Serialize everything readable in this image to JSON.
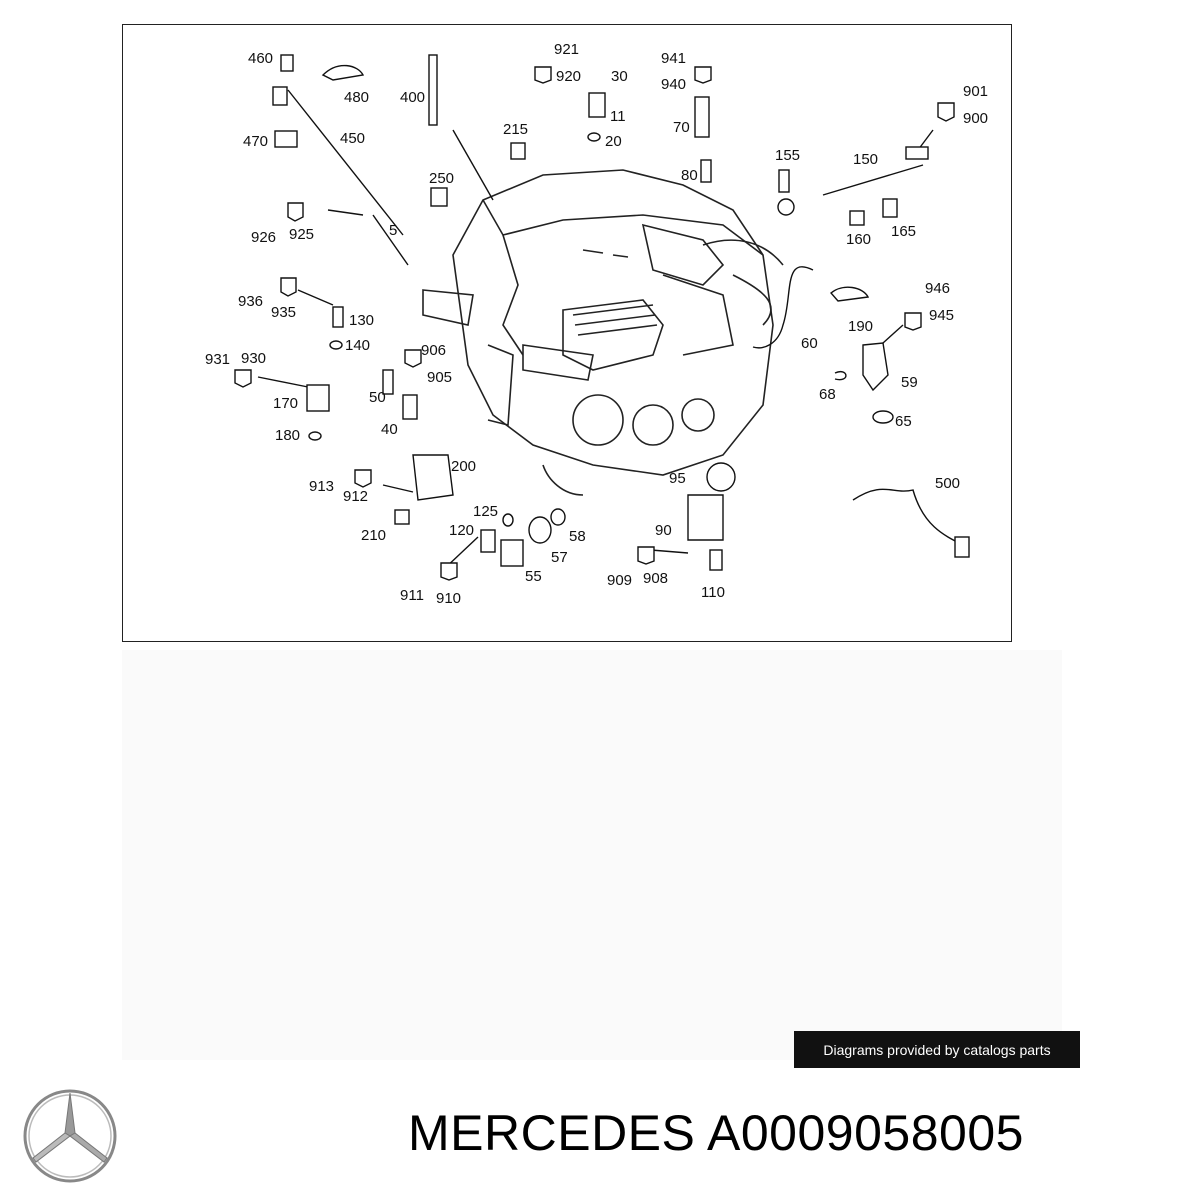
{
  "diagram": {
    "callouts": [
      {
        "id": "c460",
        "text": "460"
      },
      {
        "id": "c480",
        "text": "480"
      },
      {
        "id": "c400",
        "text": "400"
      },
      {
        "id": "c470",
        "text": "470"
      },
      {
        "id": "c450",
        "text": "450"
      },
      {
        "id": "c921",
        "text": "921"
      },
      {
        "id": "c920",
        "text": "920"
      },
      {
        "id": "c30",
        "text": "30"
      },
      {
        "id": "c11",
        "text": "11"
      },
      {
        "id": "c20",
        "text": "20"
      },
      {
        "id": "c215",
        "text": "215"
      },
      {
        "id": "c941",
        "text": "941"
      },
      {
        "id": "c940",
        "text": "940"
      },
      {
        "id": "c70",
        "text": "70"
      },
      {
        "id": "c80",
        "text": "80"
      },
      {
        "id": "c901",
        "text": "901"
      },
      {
        "id": "c900",
        "text": "900"
      },
      {
        "id": "c155",
        "text": "155"
      },
      {
        "id": "c150",
        "text": "150"
      },
      {
        "id": "c160",
        "text": "160"
      },
      {
        "id": "c165",
        "text": "165"
      },
      {
        "id": "c250",
        "text": "250"
      },
      {
        "id": "c926",
        "text": "926"
      },
      {
        "id": "c925",
        "text": "925"
      },
      {
        "id": "c5",
        "text": "5"
      },
      {
        "id": "c936",
        "text": "936"
      },
      {
        "id": "c935",
        "text": "935"
      },
      {
        "id": "c130",
        "text": "130"
      },
      {
        "id": "c140",
        "text": "140"
      },
      {
        "id": "c906",
        "text": "906"
      },
      {
        "id": "c905",
        "text": "905"
      },
      {
        "id": "c931",
        "text": "931"
      },
      {
        "id": "c930",
        "text": "930"
      },
      {
        "id": "c50",
        "text": "50"
      },
      {
        "id": "c170",
        "text": "170"
      },
      {
        "id": "c40",
        "text": "40"
      },
      {
        "id": "c180",
        "text": "180"
      },
      {
        "id": "c946",
        "text": "946"
      },
      {
        "id": "c945",
        "text": "945"
      },
      {
        "id": "c190",
        "text": "190"
      },
      {
        "id": "c60",
        "text": "60"
      },
      {
        "id": "c59",
        "text": "59"
      },
      {
        "id": "c68",
        "text": "68"
      },
      {
        "id": "c65",
        "text": "65"
      },
      {
        "id": "c200",
        "text": "200"
      },
      {
        "id": "c913",
        "text": "913"
      },
      {
        "id": "c912",
        "text": "912"
      },
      {
        "id": "c95",
        "text": "95"
      },
      {
        "id": "c500",
        "text": "500"
      },
      {
        "id": "c210",
        "text": "210"
      },
      {
        "id": "c125",
        "text": "125"
      },
      {
        "id": "c120",
        "text": "120"
      },
      {
        "id": "c58",
        "text": "58"
      },
      {
        "id": "c90",
        "text": "90"
      },
      {
        "id": "c57",
        "text": "57"
      },
      {
        "id": "c55",
        "text": "55"
      },
      {
        "id": "c909",
        "text": "909"
      },
      {
        "id": "c908",
        "text": "908"
      },
      {
        "id": "c911",
        "text": "911"
      },
      {
        "id": "c910",
        "text": "910"
      },
      {
        "id": "c110",
        "text": "110"
      }
    ]
  },
  "credit": "Diagrams provided by catalogs parts",
  "title": "MERCEDES A0009058005",
  "colors": {
    "line": "#111111",
    "badge_bg": "#111111",
    "badge_text": "#ffffff",
    "logo": "#888888"
  }
}
